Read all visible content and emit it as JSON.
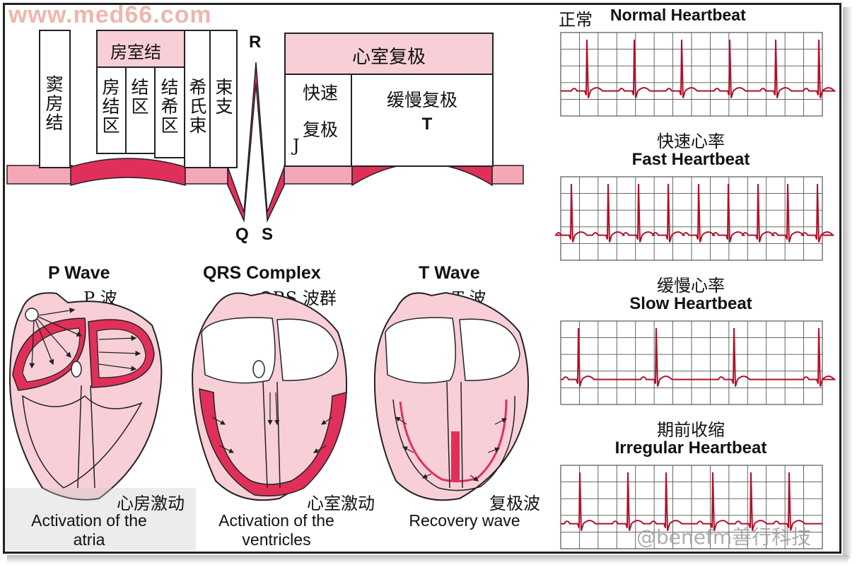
{
  "watermark_top": "www.med66.com",
  "watermark_bottom": "@benefm善行科技",
  "colors": {
    "ecg_line": "#b0102a",
    "grid": "#555555",
    "pink": "#f8cfd7",
    "band": "#e0305a"
  },
  "conduction": {
    "sa_node": "窦房结",
    "av_junction": "房室结",
    "atrionodal": "房结区",
    "nodal": "结区",
    "nodal_his": "结希区",
    "his_bundle": "希氏束",
    "bundle_branch": "束支",
    "ventricular_repol": "心室复极",
    "rapid_line1": "快速",
    "rapid_line2": "复极",
    "slow_repol": "缓慢复极",
    "J": "J",
    "T": "T",
    "R": "R",
    "Q": "Q",
    "S": "S"
  },
  "ecg": [
    {
      "cn": "正常",
      "en": "Normal Heartbeat"
    },
    {
      "cn": "快速心率",
      "en": "Fast Heartbeat"
    },
    {
      "cn": "缓慢心率",
      "en": "Slow Heartbeat"
    },
    {
      "cn": "期前收缩",
      "en": "Irregular Heartbeat"
    }
  ],
  "hearts": [
    {
      "title": "P Wave",
      "cn_title": "P 波",
      "cn": "心房激动",
      "en_line1": "Activation of the",
      "en_line2": "atria",
      "icon": "heart-atria-activation-icon"
    },
    {
      "title": "QRS Complex",
      "cn_title": "QRS 波群",
      "cn": "心室激动",
      "en_line1": "Activation of the",
      "en_line2": "ventricles",
      "icon": "heart-ventricle-activation-icon"
    },
    {
      "title": "T Wave",
      "cn_title": "T 波",
      "cn": "复极波",
      "en_line1": "Recovery wave",
      "en_line2": "",
      "icon": "heart-recovery-icon"
    }
  ]
}
